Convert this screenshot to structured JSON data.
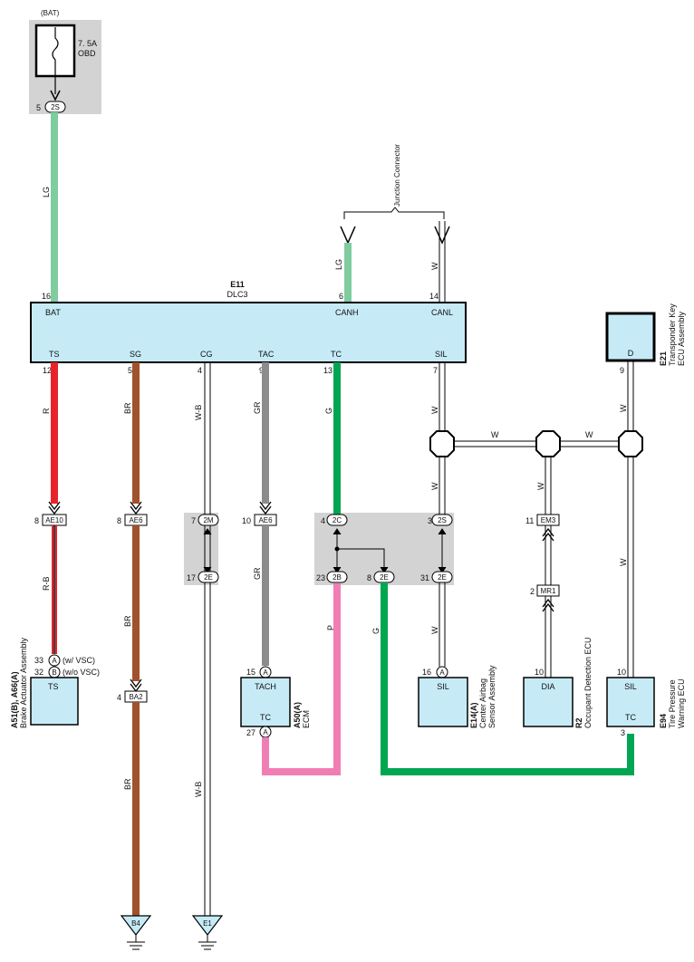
{
  "fuse": {
    "source": "(BAT)",
    "rating": "7. 5A",
    "name": "OBD",
    "pin": "5",
    "connector": "2S"
  },
  "dlc3": {
    "code": "E11",
    "name": "DLC3",
    "top_pins": [
      {
        "label": "BAT",
        "num": "16"
      },
      {
        "label": "CANH",
        "num": "6"
      },
      {
        "label": "CANL",
        "num": "14"
      }
    ],
    "bottom_pins": [
      {
        "label": "TS",
        "num": "12"
      },
      {
        "label": "SG",
        "num": "5"
      },
      {
        "label": "CG",
        "num": "4"
      },
      {
        "label": "TAC",
        "num": "9"
      },
      {
        "label": "TC",
        "num": "13"
      },
      {
        "label": "SIL",
        "num": "7"
      }
    ]
  },
  "junction_connector": "Junction Connector",
  "wire_colors": {
    "lg": "LG",
    "w": "W",
    "r": "R",
    "rb": "R-B",
    "br": "BR",
    "wb": "W-B",
    "gr": "GR",
    "g": "G",
    "p": "P"
  },
  "connectors": {
    "ae10": {
      "pin": "8",
      "name": "AE10"
    },
    "ae6_sg": {
      "pin": "8",
      "name": "AE6"
    },
    "c2m": {
      "pin": "7",
      "name": "2M"
    },
    "c2e_cg": {
      "pin": "17",
      "name": "2E"
    },
    "ae6_tac": {
      "pin": "10",
      "name": "AE6"
    },
    "c2c": {
      "pin": "4",
      "name": "2C"
    },
    "c2b": {
      "pin": "23",
      "name": "2B"
    },
    "c2e_g": {
      "pin": "8",
      "name": "2E"
    },
    "c2s": {
      "pin": "3",
      "name": "2S"
    },
    "c2e_sil": {
      "pin": "31",
      "name": "2E"
    },
    "em3": {
      "pin": "11",
      "name": "EM3"
    },
    "mr1": {
      "pin": "2",
      "name": "MR1"
    },
    "ba2": {
      "pin": "4",
      "name": "BA2"
    }
  },
  "transponder": {
    "code": "E21",
    "name_line1": "Transponder Key",
    "name_line2": "ECU Assembly",
    "pin_label": "D",
    "pin": "9"
  },
  "brake_actuator": {
    "code": "A51(B), A66(A)",
    "name": "Brake Actuator Assembly",
    "terminal": "TS",
    "pin_a": "33",
    "tag_a": "A",
    "note_a": "(w/ VSC)",
    "pin_b": "32",
    "tag_b": "B",
    "note_b": "(w/o VSC)"
  },
  "ecm": {
    "code": "A50(A)",
    "name": "ECM",
    "terminal_top": "TACH",
    "terminal_bottom": "TC",
    "pin_top": "15",
    "pin_bottom": "27",
    "tag": "A"
  },
  "airbag": {
    "code": "E14(A)",
    "name_line1": "Center Airbag",
    "name_line2": "Sensor Assembly",
    "terminal": "SIL",
    "pin": "16",
    "tag": "A"
  },
  "occupant": {
    "code": "R2",
    "name": "Occupant Detection ECU",
    "terminal": "DIA",
    "pin": "10"
  },
  "tpms": {
    "code": "E94",
    "name_line1": "Tire Pressure",
    "name_line2": "Warning ECU",
    "terminal_top": "SIL",
    "terminal_bottom": "TC",
    "pin_top": "10",
    "pin_bottom": "3"
  },
  "grounds": {
    "left": "B4",
    "right": "E1"
  },
  "colors": {
    "lg": "#7fcc9f",
    "r": "#e8232a",
    "br": "#a0522d",
    "gr": "#8c8c8c",
    "g": "#00a651",
    "p": "#f07eb4",
    "box": "#c6ebf7",
    "shade": "#d3d3d3"
  }
}
